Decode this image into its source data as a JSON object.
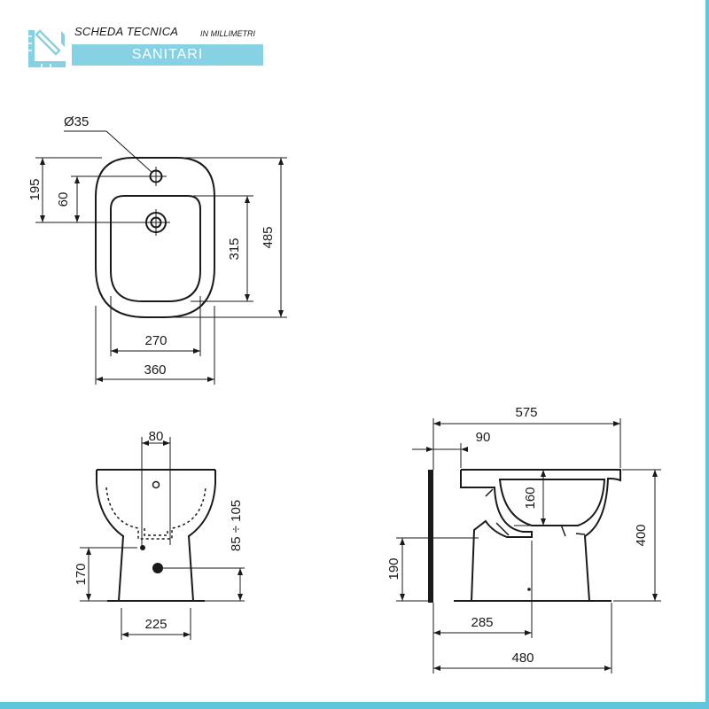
{
  "header": {
    "title": "SCHEDA TECNICA",
    "unit_note": "IN MILLIMETRI",
    "category": "SANITARI",
    "accent_color": "#86d2e4",
    "frame_color": "#5fc6dc",
    "logo_icon": "ruler-pencil-icon"
  },
  "dimensions": {
    "top_view": {
      "tap_hole": "Ø35",
      "tap_to_back": "195",
      "tap_to_drain": "60",
      "bowl_length": "315",
      "total_length": "485",
      "bowl_width": "270",
      "total_width": "360"
    },
    "front_view": {
      "trap_spacing": "80",
      "supply_height": "85 ÷ 105",
      "drain_height": "170",
      "base_width": "225"
    },
    "side_view": {
      "total_depth": "575",
      "rim_inset": "90",
      "bowl_depth": "160",
      "total_height": "400",
      "drain_height": "190",
      "wall_to_drain": "285",
      "wall_to_base": "480"
    }
  }
}
